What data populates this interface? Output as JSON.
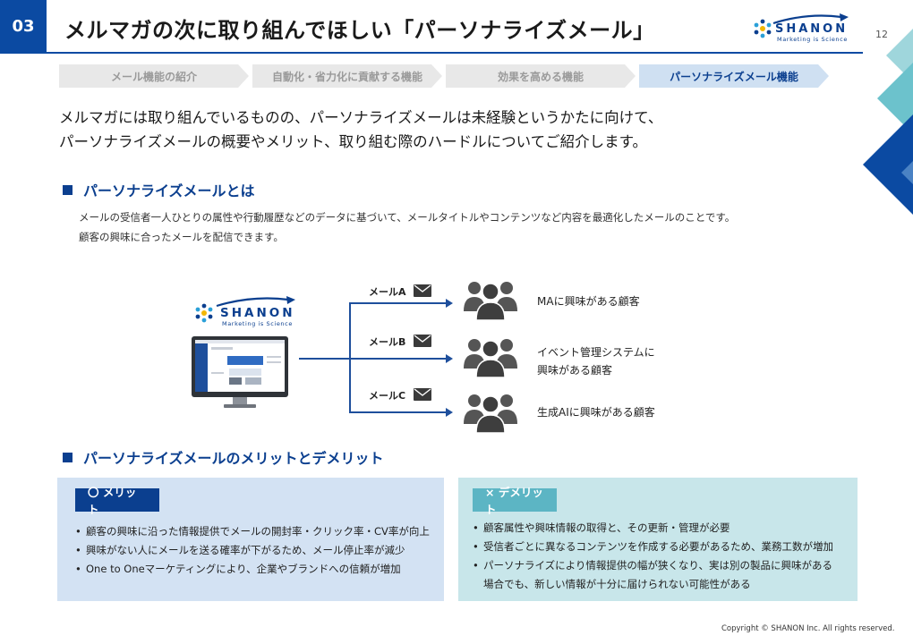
{
  "header": {
    "section_number": "03",
    "title": "メルマガの次に取り組んでほしい「パーソナライズメール」",
    "page_number": "12",
    "accent_color": "#0b4aa2"
  },
  "logo": {
    "name": "SHANON",
    "tagline": "Marketing is Science",
    "icon": "shanon-flower-logo-icon"
  },
  "steps": [
    {
      "label": "メール機能の紹介",
      "active": false
    },
    {
      "label": "自動化・省力化に貢献する機能",
      "active": false
    },
    {
      "label": "効果を高める機能",
      "active": false
    },
    {
      "label": "パーソナライズメール機能",
      "active": true
    }
  ],
  "lead": {
    "line1": "メルマガには取り組んでいるものの、パーソナライズメールは未経験というかたに向けて、",
    "line2": "パーソナライズメールの概要やメリット、取り組む際のハードルについてご紹介します。"
  },
  "definition": {
    "heading": "パーソナライズメールとは",
    "line1": "メールの受信者一人ひとりの属性や行動履歴などのデータに基づいて、メールタイトルやコンテンツなど内容を最適化したメールのことです。",
    "line2": "顧客の興味に合ったメールを配信できます。"
  },
  "diagram": {
    "mails": [
      {
        "label": "メールA",
        "segment": [
          "MAに興味がある顧客"
        ]
      },
      {
        "label": "メールB",
        "segment": [
          "イベント管理システムに",
          "興味がある顧客"
        ]
      },
      {
        "label": "メールC",
        "segment": [
          "生成AIに興味がある顧客"
        ]
      }
    ],
    "icons": [
      "envelope-icon",
      "people-group-icon",
      "monitor-icon"
    ]
  },
  "merits": {
    "heading": "パーソナライズメールのメリットとデメリット",
    "merit_label": "〇 メリット",
    "merit_items": [
      "顧客の興味に沿った情報提供でメールの開封率・クリック率・CV率が向上",
      "興味がない人にメールを送る確率が下がるため、メール停止率が減少",
      "One to Oneマーケティングにより、企業やブランドへの信頼が増加"
    ],
    "demerit_label": "× デメリット",
    "demerit_items": [
      "顧客属性や興味情報の取得と、その更新・管理が必要",
      "受信者ごとに異なるコンテンツを作成する必要があるため、業務工数が増加",
      "パーソナライズにより情報提供の幅が狭くなり、実は別の製品に興味がある"
    ],
    "demerit_item3_line2": "場合でも、新しい情報が十分に届けられない可能性がある"
  },
  "footer": {
    "copyright": "Copyright © SHANON Inc. All rights reserved."
  }
}
